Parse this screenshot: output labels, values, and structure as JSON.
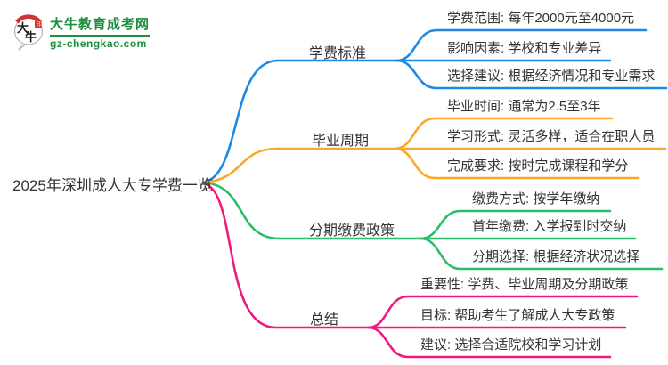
{
  "logo": {
    "icon_char_top": "大",
    "icon_char_bottom": "牛",
    "site_name": "大牛教育成考网",
    "site_domain": "gz-chengkao.com",
    "brand_green": "#1e8e3e",
    "brand_red": "#cf3430"
  },
  "mindmap": {
    "root": "2025年深圳成人大专学费一览",
    "text_color": "#333333",
    "branches": [
      {
        "label": "学费标准",
        "color": "#1e88e5",
        "leaves": [
          "学费范围: 每年2000元至4000元",
          "影响因素: 学校和专业差异",
          "选择建议: 根据经济情况和专业需求"
        ]
      },
      {
        "label": "毕业周期",
        "color": "#faa827",
        "leaves": [
          "毕业时间: 通常为2.5至3年",
          "学习形式: 灵活多样，适合在职人员",
          "完成要求: 按时完成课程和学分"
        ]
      },
      {
        "label": "分期缴费政策",
        "color": "#2cbe6c",
        "leaves": [
          "缴费方式: 按学年缴纳",
          "首年缴费: 入学报到时交纳",
          "分期选择: 根据经济状况选择"
        ]
      },
      {
        "label": "总结",
        "color": "#f1197d",
        "leaves": [
          "重要性: 学费、毕业周期及分期政策",
          "目标: 帮助考生了解成人大专政策",
          "建议: 选择合适院校和学习计划"
        ]
      }
    ]
  }
}
